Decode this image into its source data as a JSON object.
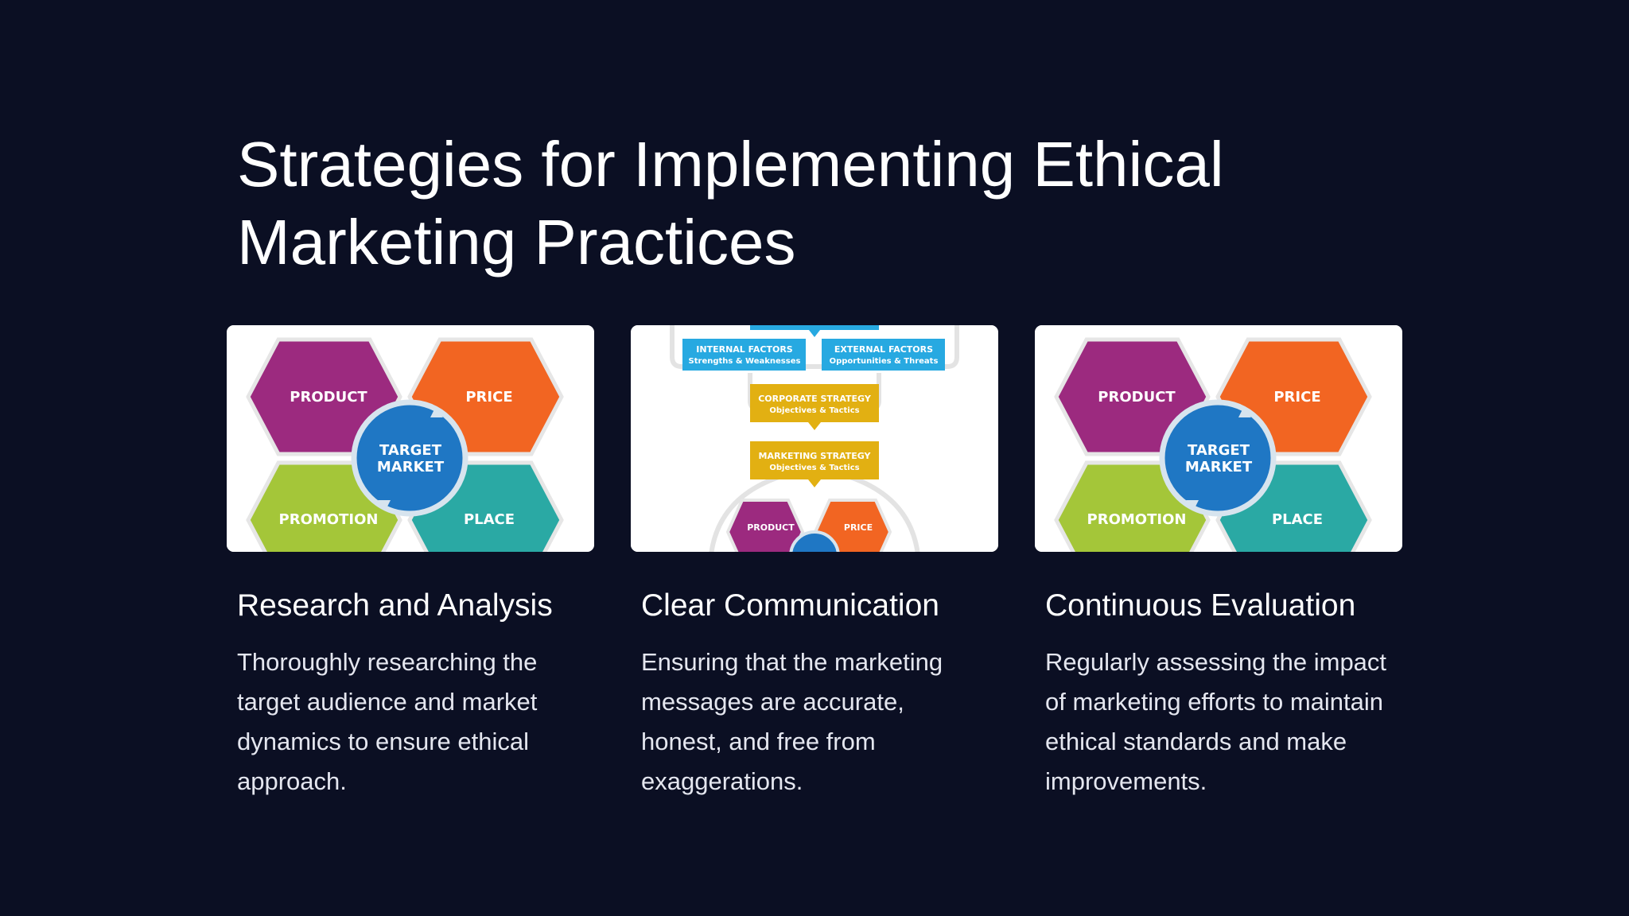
{
  "slide": {
    "title": "Strategies for Implementing Ethical Marketing Practices"
  },
  "cards": [
    {
      "heading": "Research and Analysis",
      "text": "Thoroughly researching the target audience and market dynamics to ensure ethical approach.",
      "diagram": {
        "product": "PRODUCT",
        "price": "PRICE",
        "promotion": "PROMOTION",
        "place": "PLACE",
        "target_line1": "TARGET",
        "target_line2": "MARKET"
      }
    },
    {
      "heading": "Clear Communication",
      "text": "Ensuring that the marketing messages are accurate, honest, and free from exaggerations.",
      "diagram": {
        "internal_title": "INTERNAL FACTORS",
        "internal_sub": "Strengths & Weaknesses",
        "external_title": "EXTERNAL FACTORS",
        "external_sub": "Opportunities & Threats",
        "corporate_title": "CORPORATE STRATEGY",
        "corporate_sub": "Objectives & Tactics",
        "marketing_title": "MARKETING STRATEGY",
        "marketing_sub": "Objectives & Tactics",
        "product": "PRODUCT",
        "price": "PRICE"
      }
    },
    {
      "heading": "Continuous Evaluation",
      "text": "Regularly assessing the impact of marketing efforts to maintain ethical standards and make improvements.",
      "diagram": {
        "product": "PRODUCT",
        "price": "PRICE",
        "promotion": "PROMOTION",
        "place": "PLACE",
        "target_line1": "TARGET",
        "target_line2": "MARKET"
      }
    }
  ],
  "colors": {
    "background": "#0b0f23",
    "product": "#9c2a7f",
    "price": "#f26522",
    "promotion": "#a4c639",
    "place": "#2aa9a4",
    "target": "#1f77c4",
    "factors": "#27a9e1",
    "strategy": "#e2b012"
  }
}
